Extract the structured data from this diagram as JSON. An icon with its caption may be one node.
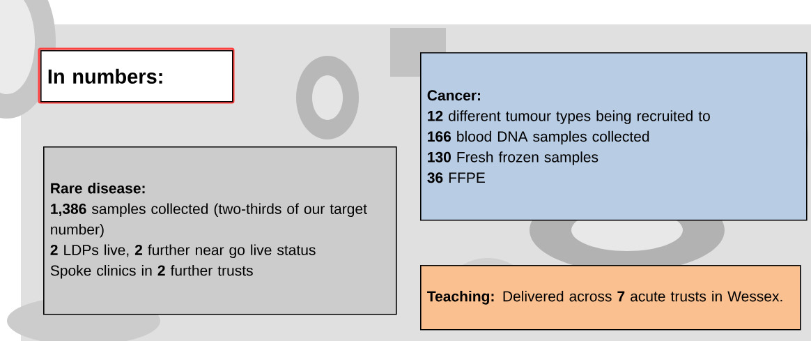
{
  "diagram": {
    "nodes": [
      {
        "text": [
          "In numbers:"
        ]
      },
      {
        "text": [
          "Rare disease:",
          "**1,386** samples collected (two-thirds of our target number)",
          "**2** LDPs live, **2** further near go live status",
          "Spoke clinics in **2** further trusts"
        ]
      },
      {
        "text": [
          "Cancer:",
          "**12** different tumour types being recruited to",
          "**166** blood DNA samples collected",
          "**130** Fresh frozen samples",
          "**36** FFPE"
        ]
      },
      {
        "text": [
          "**Teaching:** Delivered across **7** acute trusts in Wessex."
        ]
      }
    ]
  }
}
